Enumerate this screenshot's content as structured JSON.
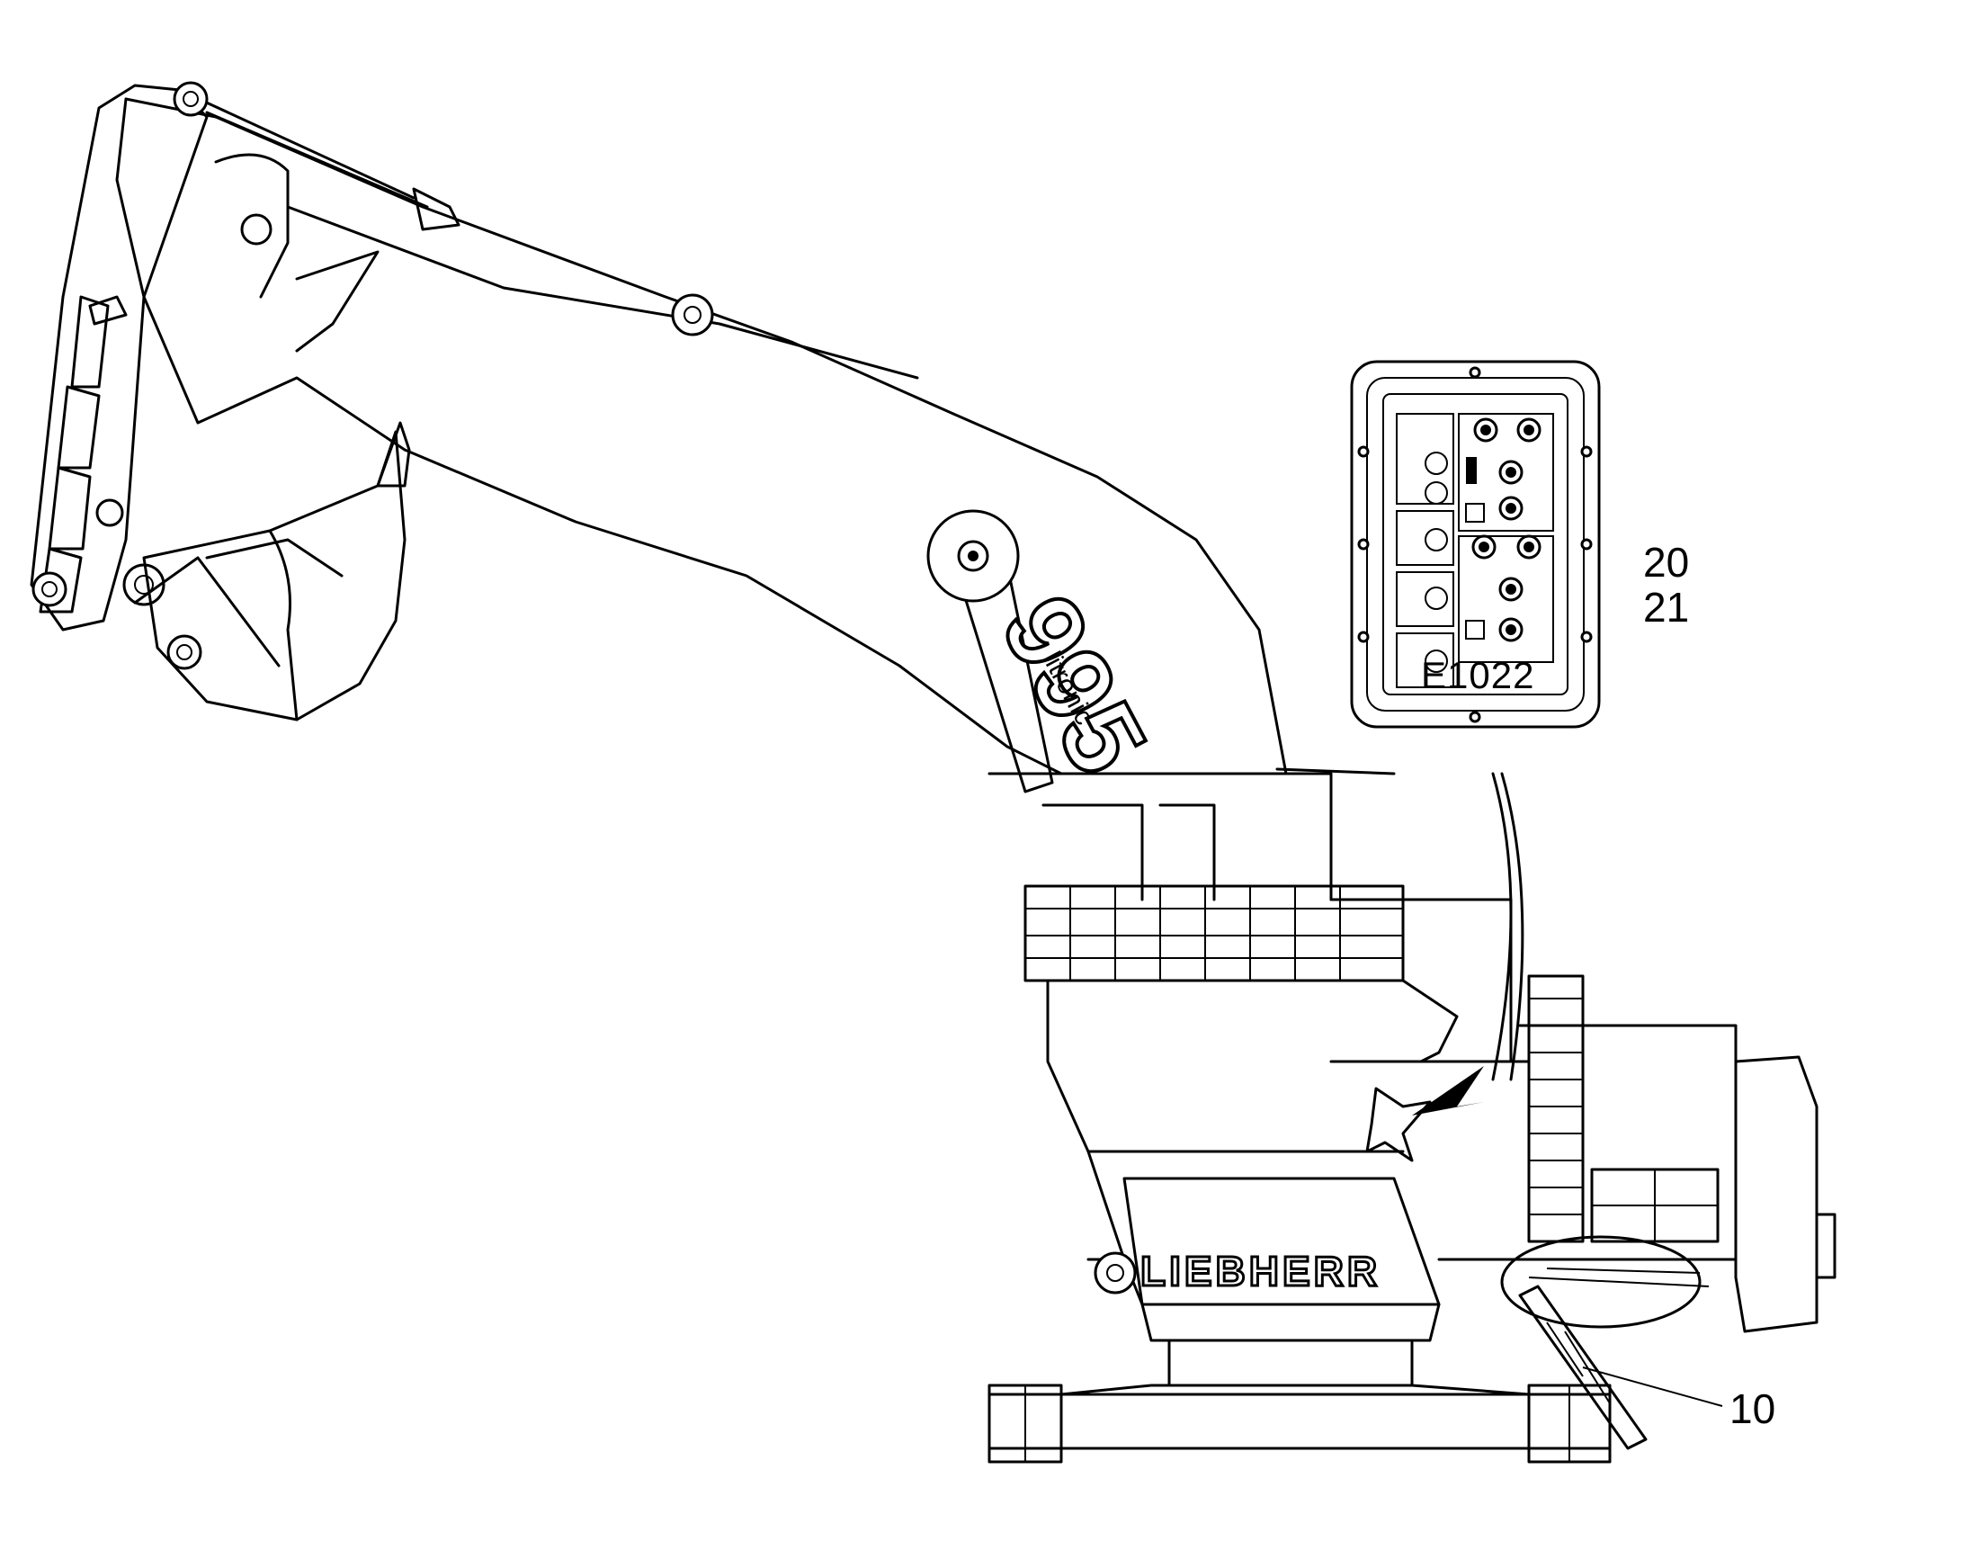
{
  "diagram": {
    "machine": {
      "brand_text": "LIEBHERR",
      "model_text": "995",
      "model_subtext": "litronic"
    },
    "decal_panel": {
      "code": "E1022"
    },
    "callouts": {
      "item_20": "20",
      "item_21": "21",
      "item_10": "10"
    }
  }
}
